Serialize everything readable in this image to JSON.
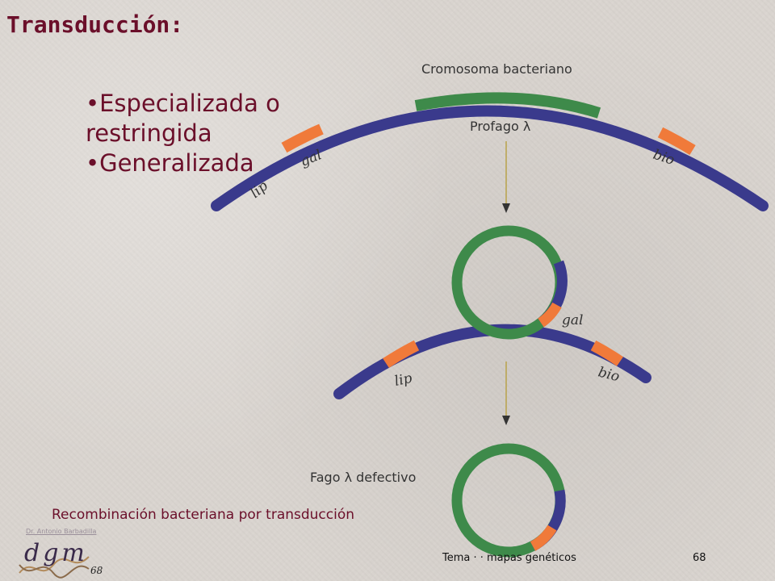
{
  "slide": {
    "title": "Transducción:",
    "bullets": [
      "Especializada o restringida",
      "Generalizada"
    ],
    "caption": "Recombinación bacteriana por transducción",
    "footer": "Tema      ·      ·       mapas genéticos",
    "page_number": "68"
  },
  "diagram": {
    "top_label": "Cromosoma bacteriano",
    "prophage_label": "Profago λ",
    "defective_label": "Fago λ defectivo",
    "genes": {
      "gal": "gal",
      "bio": "bio",
      "lip": "lip"
    },
    "colors": {
      "chromosome": "#3a3a8c",
      "prophage": "#3e8a4a",
      "gene_marker": "#f07a3a",
      "arrow": "#b8a24a"
    }
  },
  "logo": {
    "credit": "Dr. Antonio Barbadilla",
    "text": "dgm",
    "number": "68"
  }
}
